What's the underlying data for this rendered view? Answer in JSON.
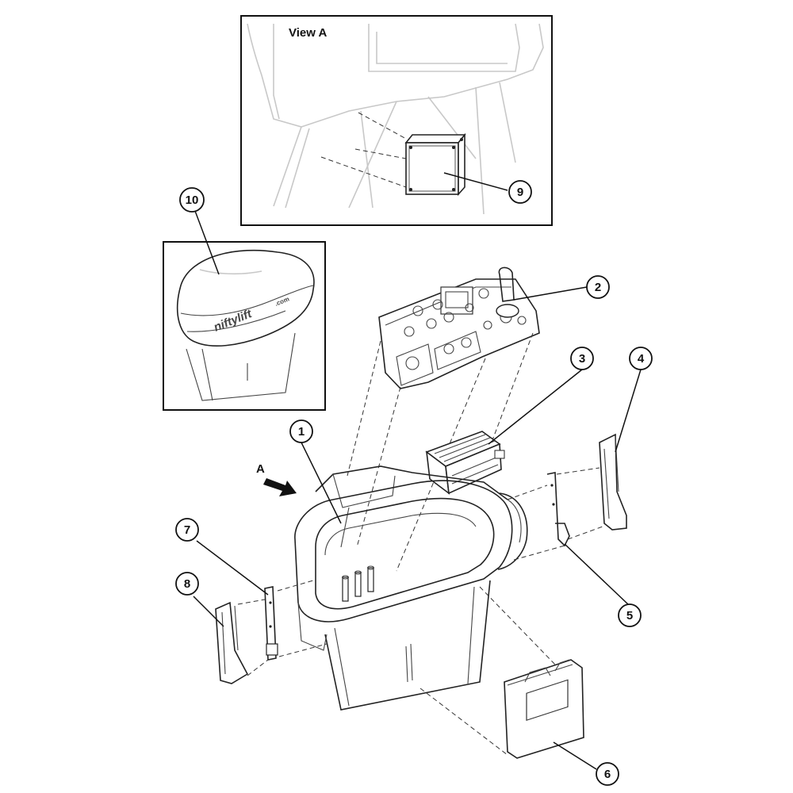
{
  "view_a": {
    "title": "View A"
  },
  "direction_marker": {
    "label": "A"
  },
  "cover_brand": {
    "name": "niftylift",
    "domain": ".com"
  },
  "callouts": {
    "c1": "1",
    "c2": "2",
    "c3": "3",
    "c4": "4",
    "c5": "5",
    "c6": "6",
    "c7": "7",
    "c8": "8",
    "c9": "9",
    "c10": "10"
  }
}
